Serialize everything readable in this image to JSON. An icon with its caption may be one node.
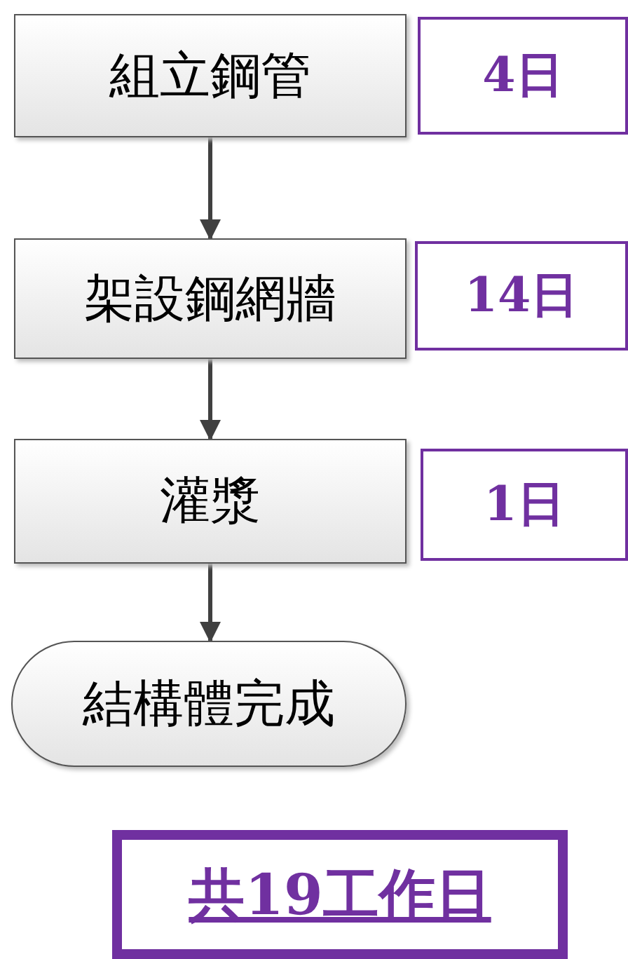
{
  "diagram": {
    "nodes": [
      {
        "text": [
          "組立鋼管"
        ]
      },
      {
        "text": [
          "4日"
        ]
      },
      {
        "text": [
          "架設鋼網牆"
        ]
      },
      {
        "text": [
          "14日"
        ]
      },
      {
        "text": [
          "灌漿"
        ]
      },
      {
        "text": [
          "1日"
        ]
      },
      {
        "text": [
          "結構體完成"
        ]
      },
      {
        "text": [
          "共19工作日"
        ]
      }
    ],
    "edges": [
      {
        "from": 0,
        "to": 2,
        "arrow": "to"
      },
      {
        "from": 2,
        "to": 4,
        "arrow": "to"
      },
      {
        "from": 4,
        "to": 6,
        "arrow": "to"
      }
    ]
  }
}
